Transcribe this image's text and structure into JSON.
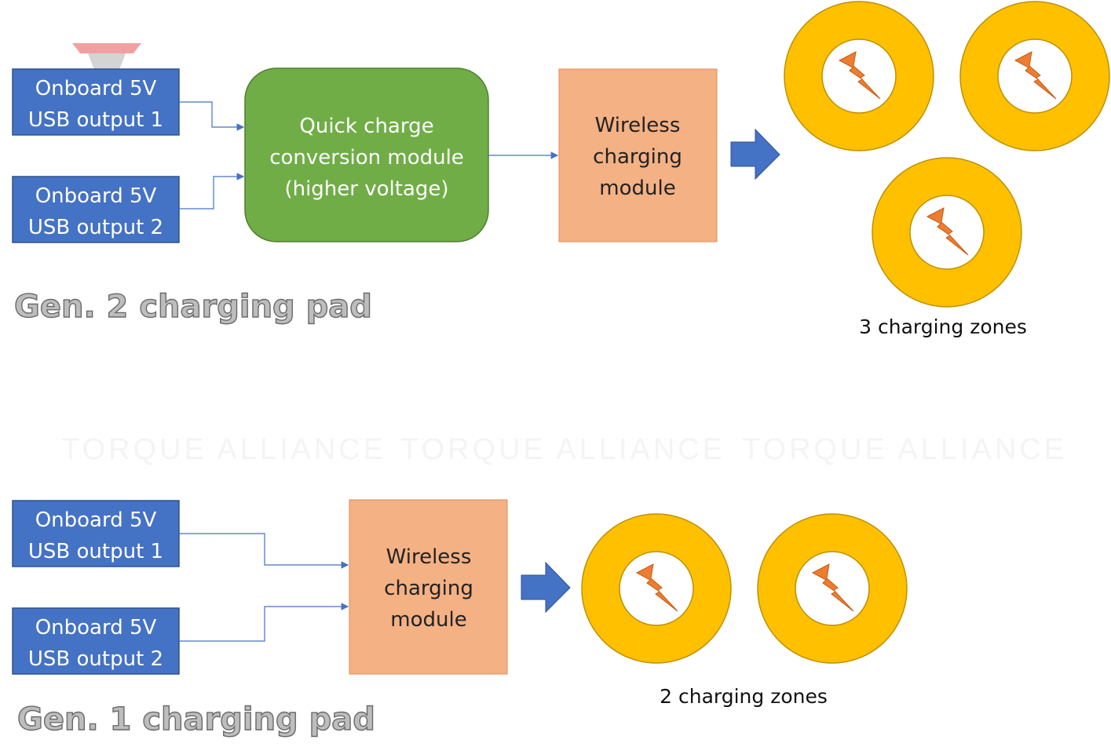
{
  "watermark": "TORQUE ALLIANCE",
  "colors": {
    "usb_box": "#4472c4",
    "quick_charge": "#70ad47",
    "wireless": "#f4b183",
    "ring": "#ffc000",
    "bolt": "#ed7d31",
    "arrow": "#4472c4"
  },
  "gen2": {
    "title": "Gen. 2 charging pad",
    "usb1": {
      "line1": "Onboard 5V",
      "line2": "USB output 1"
    },
    "usb2": {
      "line1": "Onboard 5V",
      "line2": "USB output 2"
    },
    "quick_charge": {
      "line1": "Quick charge",
      "line2": "conversion module",
      "line3": "(higher voltage)"
    },
    "wireless": {
      "line1": "Wireless",
      "line2": "charging",
      "line3": "module"
    },
    "zones_label": "3 charging zones",
    "zone_count": 3
  },
  "gen1": {
    "title": "Gen. 1 charging pad",
    "usb1": {
      "line1": "Onboard 5V",
      "line2": "USB output 1"
    },
    "usb2": {
      "line1": "Onboard 5V",
      "line2": "USB output 2"
    },
    "wireless": {
      "line1": "Wireless",
      "line2": "charging",
      "line3": "module"
    },
    "zones_label": "2 charging zones",
    "zone_count": 2
  }
}
